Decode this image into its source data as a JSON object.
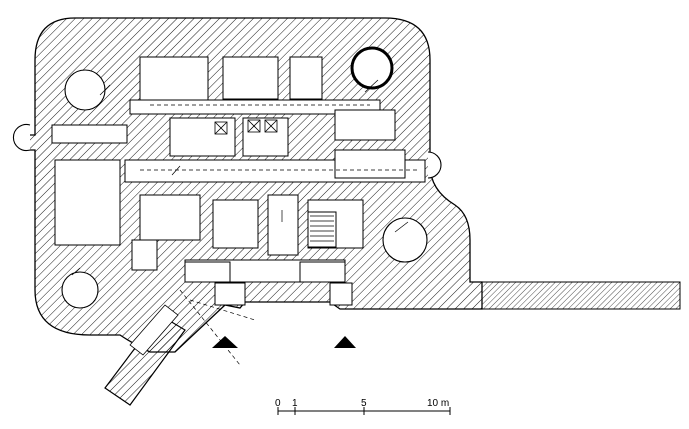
{
  "scale_bar": {
    "ticks": [
      "0",
      "1",
      "5",
      "10 m"
    ]
  },
  "colors": {
    "ink": "#000000",
    "wall_hatch": "#000000",
    "paper": "#ffffff"
  },
  "legend_symbols": {
    "entrance_markers": [
      "entrance-triangle",
      "entrance-triangle"
    ],
    "stair_symbol": "stair-icon",
    "cupola_symbol": "observation-cupola-icon"
  }
}
